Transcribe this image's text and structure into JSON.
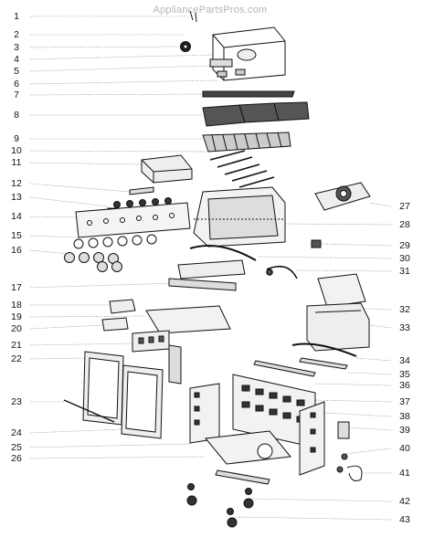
{
  "watermark": "AppliancePartsPros.com",
  "callouts_left": [
    "1",
    "2",
    "3",
    "4",
    "5",
    "6",
    "7",
    "8",
    "9",
    "10",
    "11",
    "12",
    "13",
    "14",
    "15",
    "16",
    "17",
    "18",
    "19",
    "20",
    "21",
    "22",
    "23",
    "24",
    "25",
    "26"
  ],
  "callouts_right": [
    "27",
    "28",
    "29",
    "30",
    "31",
    "32",
    "33",
    "34",
    "35",
    "36",
    "37",
    "38",
    "39",
    "40",
    "41",
    "42",
    "43"
  ]
}
